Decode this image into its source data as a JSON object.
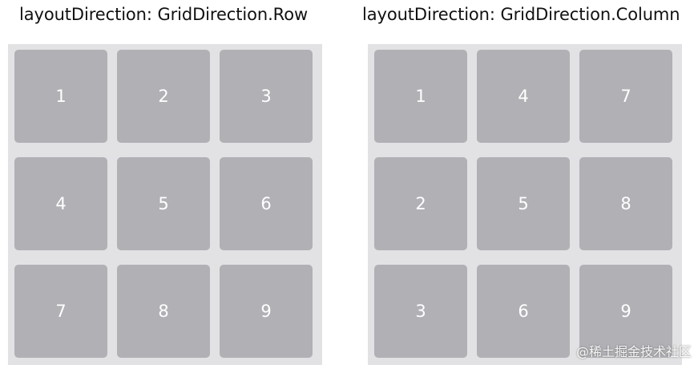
{
  "panels": [
    {
      "title": "layoutDirection: GridDirection.Row",
      "cells": [
        "1",
        "2",
        "3",
        "4",
        "5",
        "6",
        "7",
        "8",
        "9"
      ]
    },
    {
      "title": "layoutDirection: GridDirection.Column",
      "cells": [
        "1",
        "4",
        "7",
        "2",
        "5",
        "8",
        "3",
        "6",
        "9"
      ]
    }
  ],
  "watermark": "@稀土掘金技术社区",
  "colors": {
    "grid_background": "#e2e2e4",
    "cell_background": "#b1b0b5",
    "cell_text": "#ffffff"
  }
}
